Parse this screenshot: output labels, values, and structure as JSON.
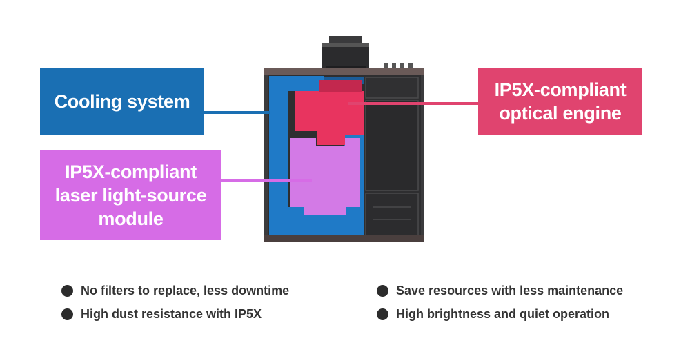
{
  "labels": {
    "cooling_system": {
      "line1": "Cooling system",
      "color": "#1a6fb3"
    },
    "optical_engine": {
      "line1": "IP5X-compliant",
      "line2": "optical engine",
      "color": "#e0446f"
    },
    "laser_module": {
      "line1": "IP5X-compliant",
      "line2": "laser light-source",
      "line3": "module",
      "color": "#d66ce6"
    }
  },
  "features": {
    "left": [
      "No filters to replace, less downtime",
      "High dust resistance with IP5X"
    ],
    "right": [
      "Save resources with less maintenance",
      "High brightness and quiet operation"
    ]
  }
}
